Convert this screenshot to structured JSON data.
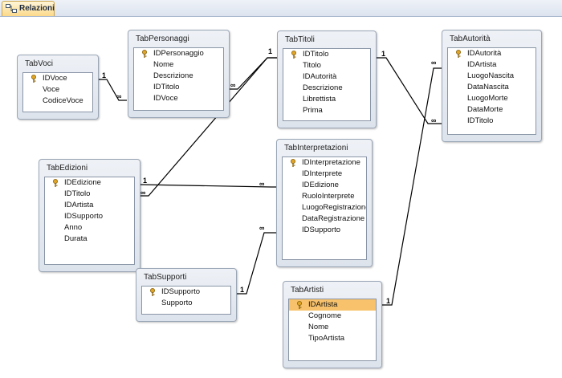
{
  "tab": {
    "label": "Relazioni",
    "icon": "relationships-icon"
  },
  "tables": {
    "voci": {
      "title": "TabVoci",
      "fields": [
        "IDVoce",
        "Voce",
        "CodiceVoce"
      ]
    },
    "personaggi": {
      "title": "TabPersonaggi",
      "fields": [
        "IDPersonaggio",
        "Nome",
        "Descrizione",
        "IDTitolo",
        "IDVoce"
      ]
    },
    "titoli": {
      "title": "TabTitoli",
      "fields": [
        "IDTitolo",
        "Titolo",
        "IDAutorità",
        "Descrizione",
        "Librettista",
        "Prima"
      ]
    },
    "autorita": {
      "title": "TabAutorità",
      "fields": [
        "IDAutorità",
        "IDArtista",
        "LuogoNascita",
        "DataNascita",
        "LuogoMorte",
        "DataMorte",
        "IDTitolo"
      ]
    },
    "edizioni": {
      "title": "TabEdizioni",
      "fields": [
        "IDEdizione",
        "IDTitolo",
        "IDArtista",
        "IDSupporto",
        "Anno",
        "Durata"
      ]
    },
    "interpretazioni": {
      "title": "TabInterpretazioni",
      "fields": [
        "IDInterpretazione",
        "IDInterprete",
        "IDEdizione",
        "RuoloInterprete",
        "LuogoRegistrazione",
        "DataRegistrazione",
        "IDSupporto"
      ]
    },
    "supporti": {
      "title": "TabSupporti",
      "fields": [
        "IDSupporto",
        "Supporto"
      ]
    },
    "artisti": {
      "title": "TabArtisti",
      "fields": [
        "IDArtista",
        "Cognome",
        "Nome",
        "TipoArtista"
      ]
    }
  },
  "relation_labels": {
    "one": "1",
    "many": "∞"
  },
  "colors": {
    "selected_row": "#f7c26b",
    "key": "#e0a526"
  }
}
